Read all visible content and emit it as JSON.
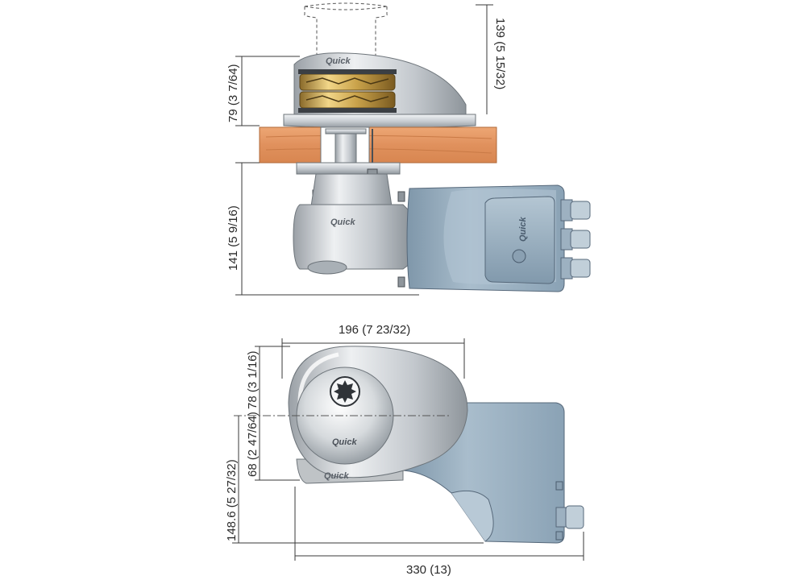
{
  "brand": "Quick",
  "dimensions": {
    "top_height": "139 (5 15/32)",
    "drum_height": "79 (3 7/64)",
    "below_deck_height": "141 (5 9/16)",
    "drum_width": "196 (7 23/32)",
    "upper_half": "78 (3 1/16)",
    "lower_half": "68 (2 47/64)",
    "base_height": "148.6 (5 27/32)",
    "total_length": "330 (13)"
  },
  "colors": {
    "deck_wood": "#e29562",
    "motor_blue": "#9fb5c6",
    "chrome": "#cfd3d8",
    "gearbox": "#c4c7c9",
    "gold": "#c9a24a"
  }
}
